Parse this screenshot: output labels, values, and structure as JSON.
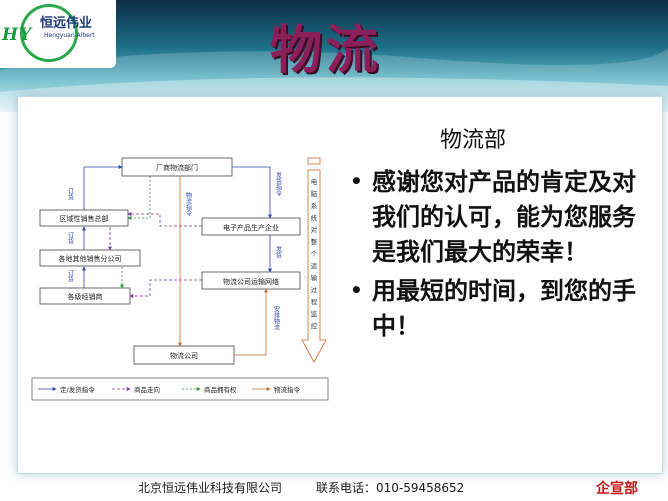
{
  "header": {
    "logo_mark": "HY",
    "logo_cn": "恒远伟业",
    "logo_en": "Hengyuan Albert",
    "title": "物流"
  },
  "diagram": {
    "boxes": {
      "factory": "厂商物流部门",
      "regional": "区域性销售总部",
      "branch": "各地其他销售分公司",
      "dealer": "各级经销商",
      "electronics": "电子产品生产企业",
      "transport": "物流公司运输网络",
      "logistics": "物流公司"
    },
    "edge_labels": {
      "order1": "订货",
      "order2": "订货",
      "order3": "订货",
      "logistics_order": "物流指令",
      "ship_order": "发货指令",
      "ship": "发货",
      "arrange": "安排物流"
    },
    "monitor_label": [
      "电",
      "脑",
      "系",
      "统",
      "对",
      "整",
      "个",
      "运",
      "输",
      "过",
      "程",
      "监",
      "控"
    ],
    "legend": {
      "order": "定/发货指令",
      "goods": "商品走向",
      "ownership": "商品拥有权",
      "logistics": "物流指令"
    },
    "colors": {
      "order": "#3344aa",
      "goods": "#7a3a9a",
      "ownership": "#2a9a3a",
      "logistics": "#c86a2a"
    }
  },
  "content": {
    "section_title": "物流部",
    "bullets": [
      "感谢您对产品的肯定及对我们的认可，能为您服务是我们最大的荣幸！",
      "用最短的时间，到您的手中！"
    ]
  },
  "footer": {
    "company": "北京恒远伟业科技有限公司",
    "contact": "联系电话：010-59458652",
    "dept": "企宣部"
  }
}
